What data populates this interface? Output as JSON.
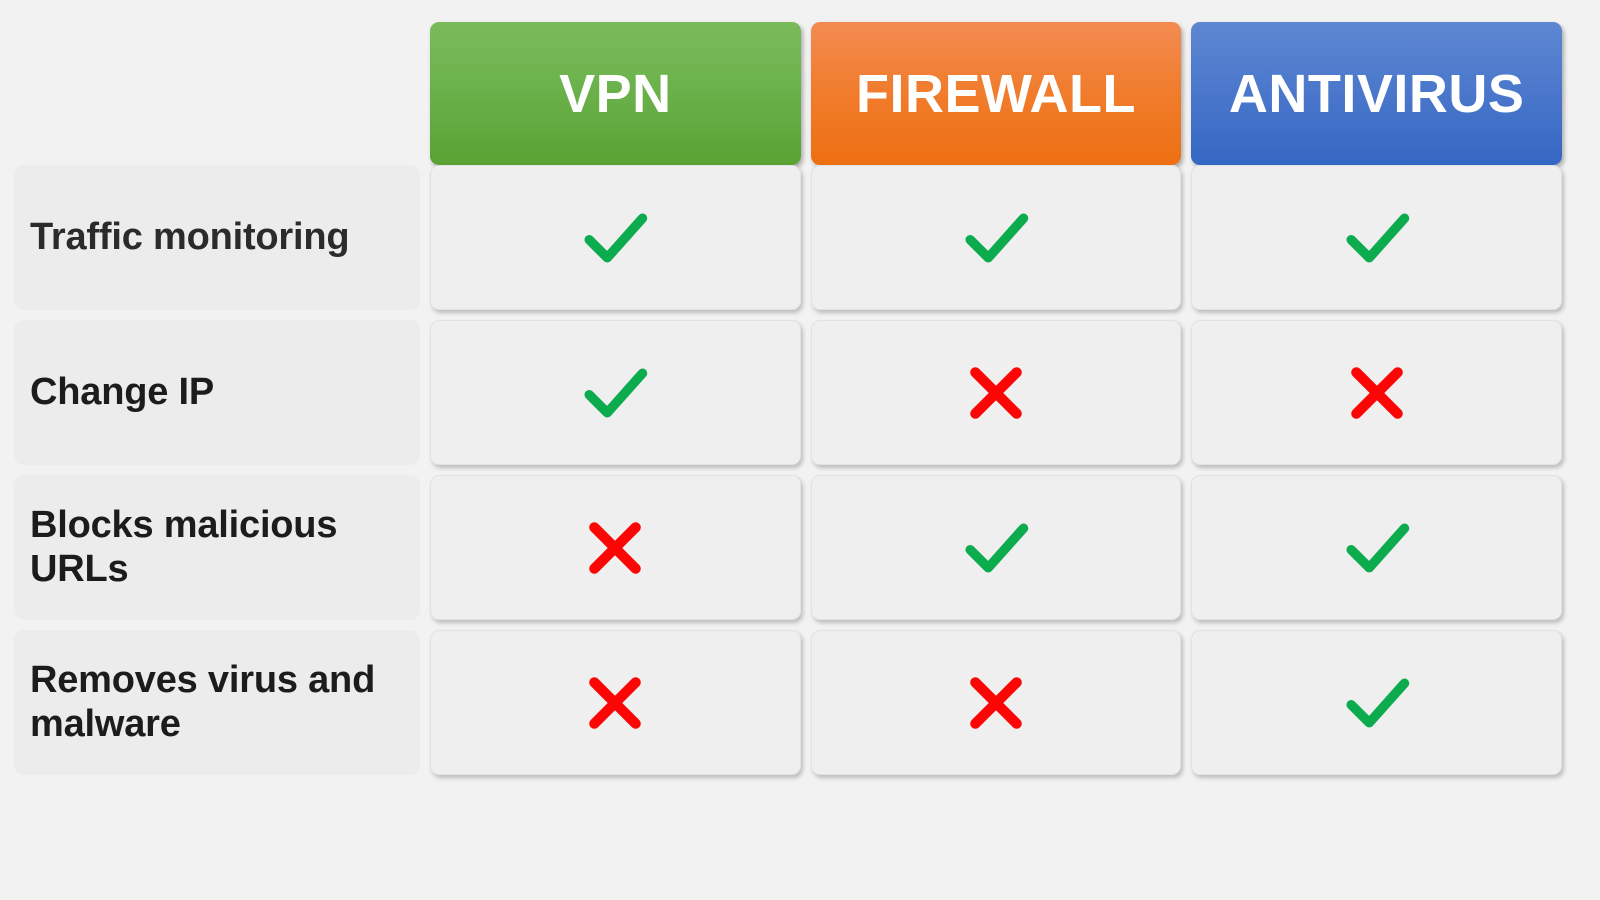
{
  "table": {
    "columns": [
      {
        "id": "vpn",
        "label": "VPN",
        "color": "#6bb24c"
      },
      {
        "id": "firewall",
        "label": "FIREWALL",
        "color": "#f07c2c"
      },
      {
        "id": "antivirus",
        "label": "ANTIVIRUS",
        "color": "#4a77cb"
      }
    ],
    "rows": [
      {
        "label": "Traffic monitoring",
        "values": [
          "check",
          "check",
          "check"
        ]
      },
      {
        "label": "Change IP",
        "values": [
          "check",
          "cross",
          "cross"
        ]
      },
      {
        "label": "Blocks malicious URLs",
        "values": [
          "cross",
          "check",
          "check"
        ]
      },
      {
        "label": "Removes virus and malware",
        "values": [
          "cross",
          "cross",
          "check"
        ]
      }
    ]
  },
  "icons": {
    "check": "check-icon",
    "cross": "cross-icon"
  },
  "colors": {
    "page_background": "#f2f2f2",
    "cell_background": "#efefef",
    "label_background": "#ececec",
    "check_green": "#0bab4e",
    "cross_red": "#fb0505"
  }
}
